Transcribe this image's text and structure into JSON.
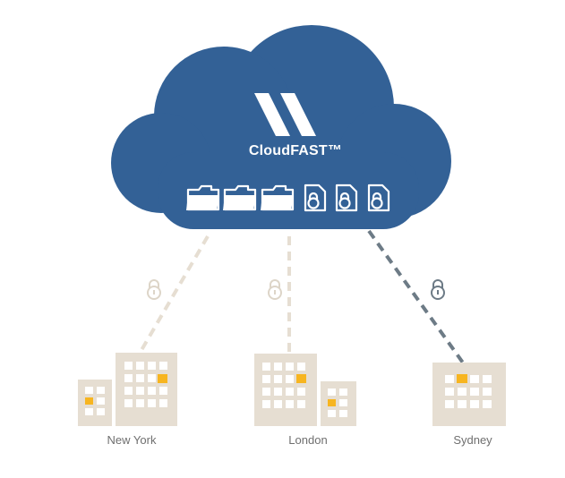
{
  "brand": {
    "name": "CloudFAST™"
  },
  "colors": {
    "cloud": "#336196",
    "building": "#e6ded2",
    "window": "#ffffff",
    "accent_window": "#f7b520",
    "dash_inactive": "#e6ded2",
    "dash_active": "#6d7b86",
    "lock_inactive": "#ddd5c8",
    "lock_active": "#6d7b86"
  },
  "cloud_items": [
    {
      "icon": "folder-icon"
    },
    {
      "icon": "folder-icon"
    },
    {
      "icon": "folder-icon"
    },
    {
      "icon": "locked-file-icon"
    },
    {
      "icon": "locked-file-icon"
    },
    {
      "icon": "locked-file-icon"
    }
  ],
  "sites": [
    {
      "name": "New York",
      "connection": "inactive"
    },
    {
      "name": "London",
      "connection": "inactive"
    },
    {
      "name": "Sydney",
      "connection": "active"
    }
  ]
}
